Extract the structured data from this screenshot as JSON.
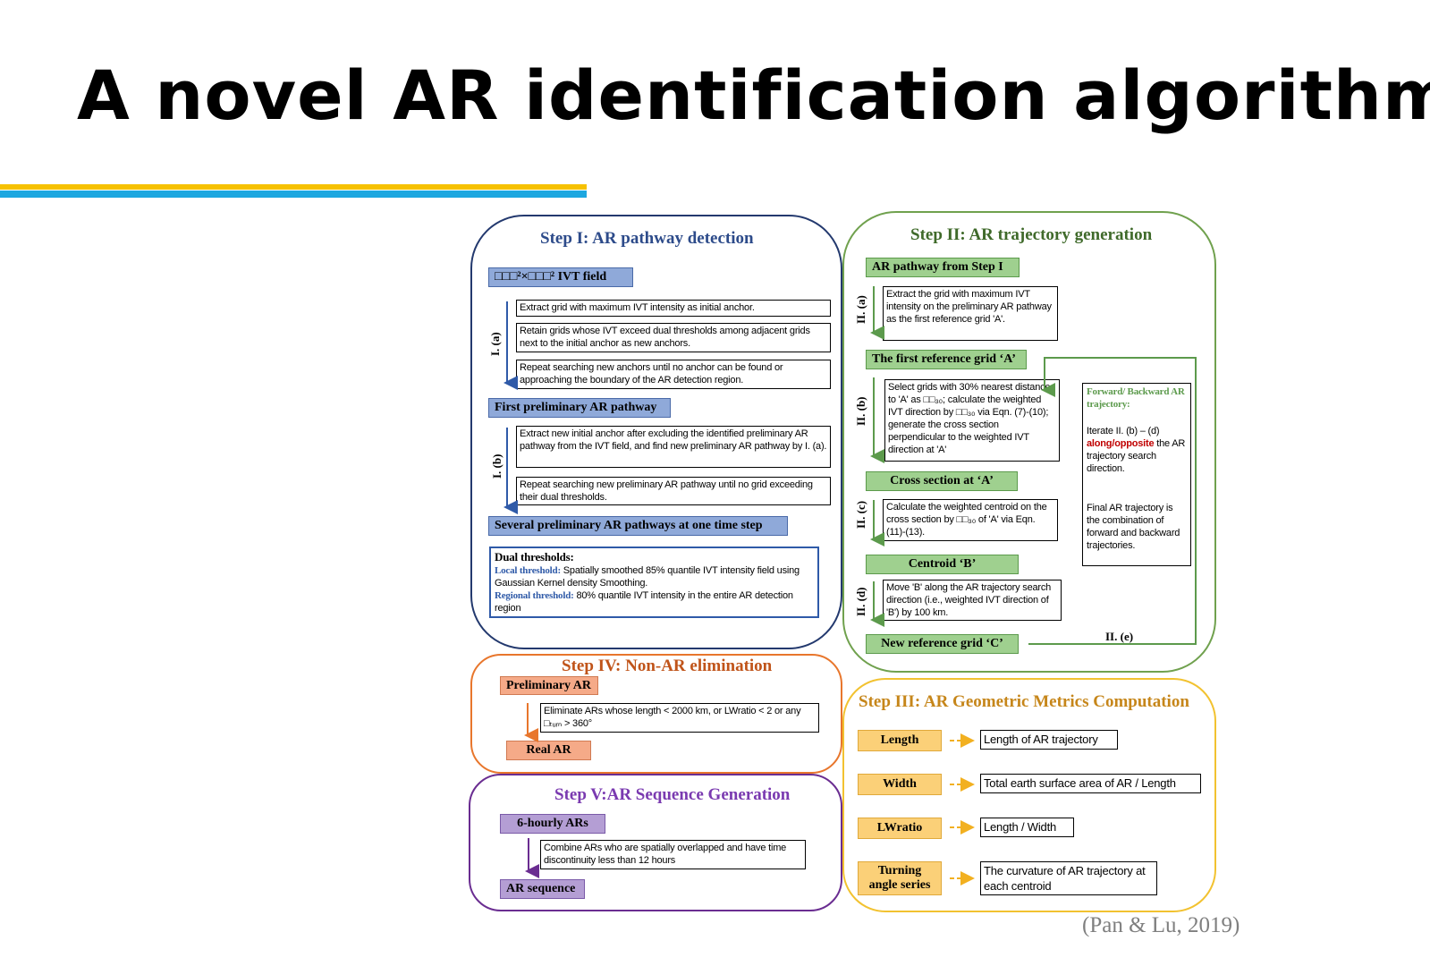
{
  "title": "A novel AR identification algorithm",
  "citation": "(Pan & Lu, 2019)",
  "colors": {
    "bar_yellow": "#f6c100",
    "bar_blue": "#1ca7e0",
    "step1": "#23396e",
    "step2": "#70a14e",
    "step3": "#f2c230",
    "step4": "#e8762c",
    "step5": "#6a2d91",
    "highlight": "#c00000"
  },
  "step1": {
    "title": "Step I: AR pathway detection",
    "ivt_label": "□□□²×□□□² IVT field",
    "sub_a": "I. (a)",
    "sub_b": "I. (b)",
    "box_a1": "Extract grid with maximum IVT intensity as initial anchor.",
    "box_a2": "Retain grids whose IVT exceed dual thresholds among adjacent grids next to the initial anchor as new anchors.",
    "box_a3": "Repeat searching new anchors until no anchor can be found or approaching the boundary of the AR detection region.",
    "first_pathway": "First preliminary AR pathway",
    "box_b1": "Extract new initial anchor after excluding the identified preliminary AR pathway from the IVT field, and find new preliminary AR pathway by I. (a).",
    "box_b2": "Repeat searching new preliminary AR pathway until no grid exceeding their dual thresholds.",
    "several_pathways": "Several preliminary AR pathways at one time step",
    "dual_title": "Dual thresholds:",
    "local_label": "Local threshold:",
    "local_text": " Spatially smoothed 85% quantile IVT intensity field using Gaussian Kernel density Smoothing.",
    "regional_label": "Regional threshold:",
    "regional_text": " 80% quantile IVT intensity in the entire AR detection region"
  },
  "step2": {
    "title": "Step II: AR trajectory generation",
    "pathway_label": "AR pathway from Step I",
    "sub_a": "II. (a)",
    "box_a": "Extract the grid with maximum IVT intensity on the preliminary AR pathway as the first reference grid 'A'.",
    "ref_a": "The first reference grid ‘A’",
    "sub_b": "II. (b)",
    "box_b": "Select grids with 30% nearest distance to 'A' as □□₃₀; calculate the weighted IVT direction by □□₃₀ via Eqn. (7)-(10); generate the cross section perpendicular to the weighted IVT direction at 'A'",
    "cross_label": "Cross section at ‘A’",
    "sub_c": "II. (c)",
    "box_c": "Calculate the weighted centroid on the cross section by □□₃₀ of 'A' via Eqn. (11)-(13).",
    "centroid_label": "Centroid ‘B’",
    "sub_d": "II. (d)",
    "box_d": "Move 'B' along the AR trajectory search direction (i.e., weighted IVT direction of 'B') by 100 km.",
    "new_ref": "New reference grid ‘C’",
    "sub_e": "II. (e)",
    "side_title": "Forward/ Backward AR trajectory:",
    "side_iter": "Iterate II. (b) – (d)",
    "side_red": "along/opposite",
    "side_rest": " the AR trajectory search direction.",
    "side_final": "Final AR trajectory is the combination of forward and backward trajectories."
  },
  "step3": {
    "title": "Step III: AR Geometric Metrics Computation",
    "rows": [
      {
        "label": "Length",
        "desc": "Length of AR trajectory"
      },
      {
        "label": "Width",
        "desc": "Total earth surface area of AR / Length"
      },
      {
        "label": "LWratio",
        "desc": "Length / Width"
      },
      {
        "label": "Turning angle series",
        "desc": "The curvature of AR trajectory at each centroid"
      }
    ]
  },
  "step4": {
    "title": "Step IV: Non-AR elimination",
    "prelim": "Preliminary AR",
    "box": "Eliminate ARs whose length < 2000 km, or LWratio < 2 or any □ₜᵤᵣₙ > 360°",
    "real": "Real AR"
  },
  "step5": {
    "title": "Step V:AR Sequence Generation",
    "hourly": "6-hourly ARs",
    "box": "Combine ARs who are spatially overlapped and have time discontinuity less than 12 hours",
    "seq": "AR sequence"
  }
}
